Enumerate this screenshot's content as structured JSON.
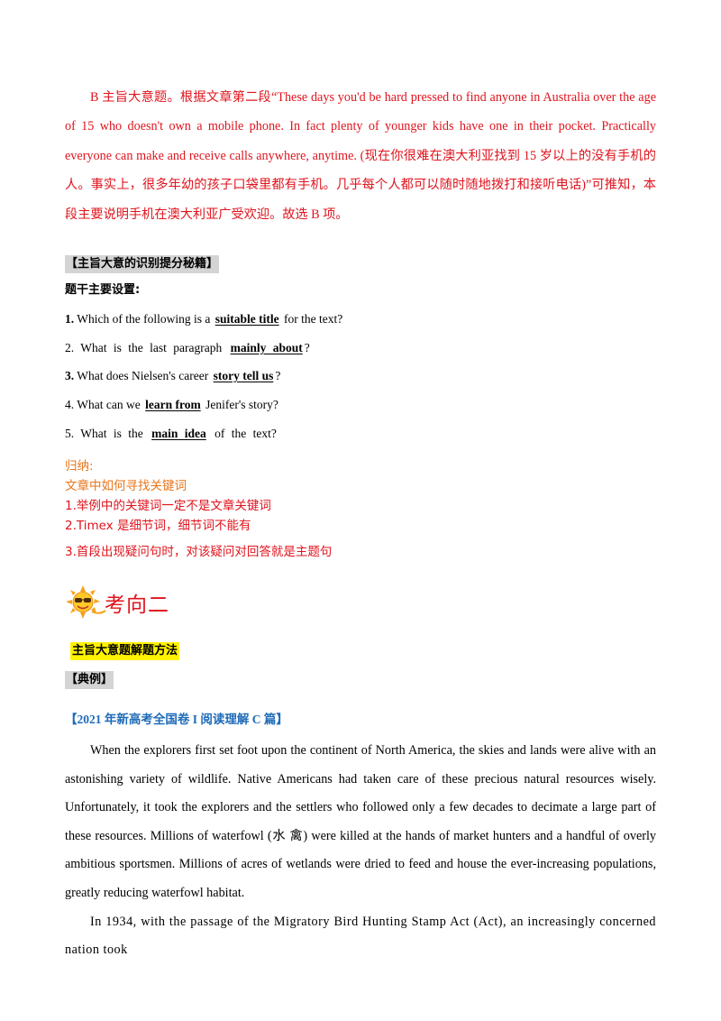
{
  "explanation": {
    "text": "B 主旨大意题。根据文章第二段“These days you'd be hard pressed to find anyone in Australia over the age of 15 who doesn't own a mobile phone. In fact plenty of younger kids have one in their pocket. Practically everyone can make and receive calls anywhere, anytime. (现在你很难在澳大利亚找到 15 岁以上的没有手机的人。事实上，很多年幼的孩子口袋里都有手机。几乎每个人都可以随时随地拨打和接听电话)”可推知，本段主要说明手机在澳大利亚广受欢迎。故选 B 项。"
  },
  "tips": {
    "heading": "【主旨大意的识别提分秘籍】",
    "subheading": "题干主要设置:"
  },
  "questions": [
    {
      "num": "1.",
      "before": "Which of the following is a",
      "keyword": "suitable title",
      "after": " for the text?"
    },
    {
      "num": "2.",
      "before": "What is the last paragraph",
      "keyword": "mainly about",
      "after": "?"
    },
    {
      "num": "3.",
      "before": "What does Nielsen's career",
      "keyword": "story tell us",
      "after": "?"
    },
    {
      "num": "4.",
      "before": "What can we",
      "keyword": "learn from",
      "after": " Jenifer's story?"
    },
    {
      "num": "5.",
      "before": "What is the",
      "keyword": "main idea",
      "after": " of the text?"
    }
  ],
  "summary": {
    "label": "归纳:",
    "line1": "文章中如何寻找关键词",
    "line2": "1.举例中的关键词一定不是文章关键词",
    "line3": "2.Timex 是细节词，细节词不能有",
    "line4": "3.首段出现疑问句时，对该疑问对回答就是主题句"
  },
  "section": {
    "icon": "sun-icon",
    "title": "考向二",
    "method_heading": "主旨大意题解题方法",
    "example_heading": "【典例】",
    "source": "【2021 年新高考全国卷 I 阅读理解 C 篇】"
  },
  "passage": {
    "p1": "When the explorers first set foot upon the continent of North America, the skies and lands were alive with an astonishing variety of wildlife. Native Americans had taken care of these precious natural resources wisely. Unfortunately, it took the explorers and the settlers who followed only a few decades to decimate a large part of these resources. Millions of waterfowl (水 禽) were killed at the hands of market hunters and a handful of overly ambitious sportsmen. Millions of acres of wetlands were dried to feed and house the ever-increasing populations, greatly reducing waterfowl habitat.",
    "p2": "In 1934, with the passage of the Migratory Bird Hunting Stamp Act (Act), an increasingly concerned nation took"
  },
  "colors": {
    "red": "#e0141e",
    "orange": "#e8761c",
    "blue": "#1f6bb8",
    "highlight_yellow": "#fff200",
    "highlight_gray": "#d4d4d4"
  }
}
